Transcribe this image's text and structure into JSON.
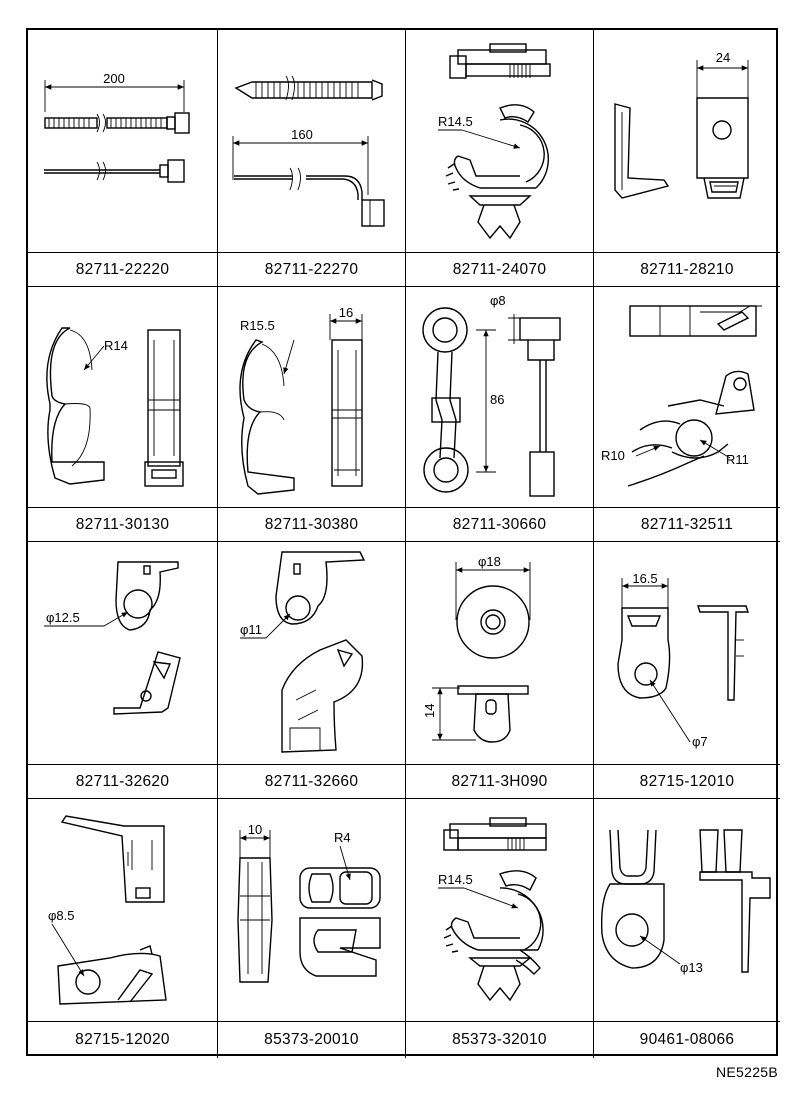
{
  "parts": [
    {
      "part_number": "82711-22220",
      "dimensions": [
        "200"
      ]
    },
    {
      "part_number": "82711-22270",
      "dimensions": [
        "160"
      ]
    },
    {
      "part_number": "82711-24070",
      "dimensions": [
        "R14.5"
      ]
    },
    {
      "part_number": "82711-28210",
      "dimensions": [
        "24"
      ]
    },
    {
      "part_number": "82711-30130",
      "dimensions": [
        "R14"
      ]
    },
    {
      "part_number": "82711-30380",
      "dimensions": [
        "R15.5",
        "16"
      ]
    },
    {
      "part_number": "82711-30660",
      "dimensions": [
        "φ8",
        "86"
      ]
    },
    {
      "part_number": "82711-32511",
      "dimensions": [
        "R10",
        "R11"
      ]
    },
    {
      "part_number": "82711-32620",
      "dimensions": [
        "φ12.5"
      ]
    },
    {
      "part_number": "82711-32660",
      "dimensions": [
        "φ11"
      ]
    },
    {
      "part_number": "82711-3H090",
      "dimensions": [
        "φ18",
        "14"
      ]
    },
    {
      "part_number": "82715-12010",
      "dimensions": [
        "16.5",
        "φ7"
      ]
    },
    {
      "part_number": "82715-12020",
      "dimensions": [
        "φ8.5"
      ]
    },
    {
      "part_number": "85373-20010",
      "dimensions": [
        "10",
        "R4"
      ]
    },
    {
      "part_number": "85373-32010",
      "dimensions": [
        "R14.5"
      ]
    },
    {
      "part_number": "90461-08066",
      "dimensions": [
        "φ13"
      ]
    }
  ],
  "reference_code": "NE5225B"
}
